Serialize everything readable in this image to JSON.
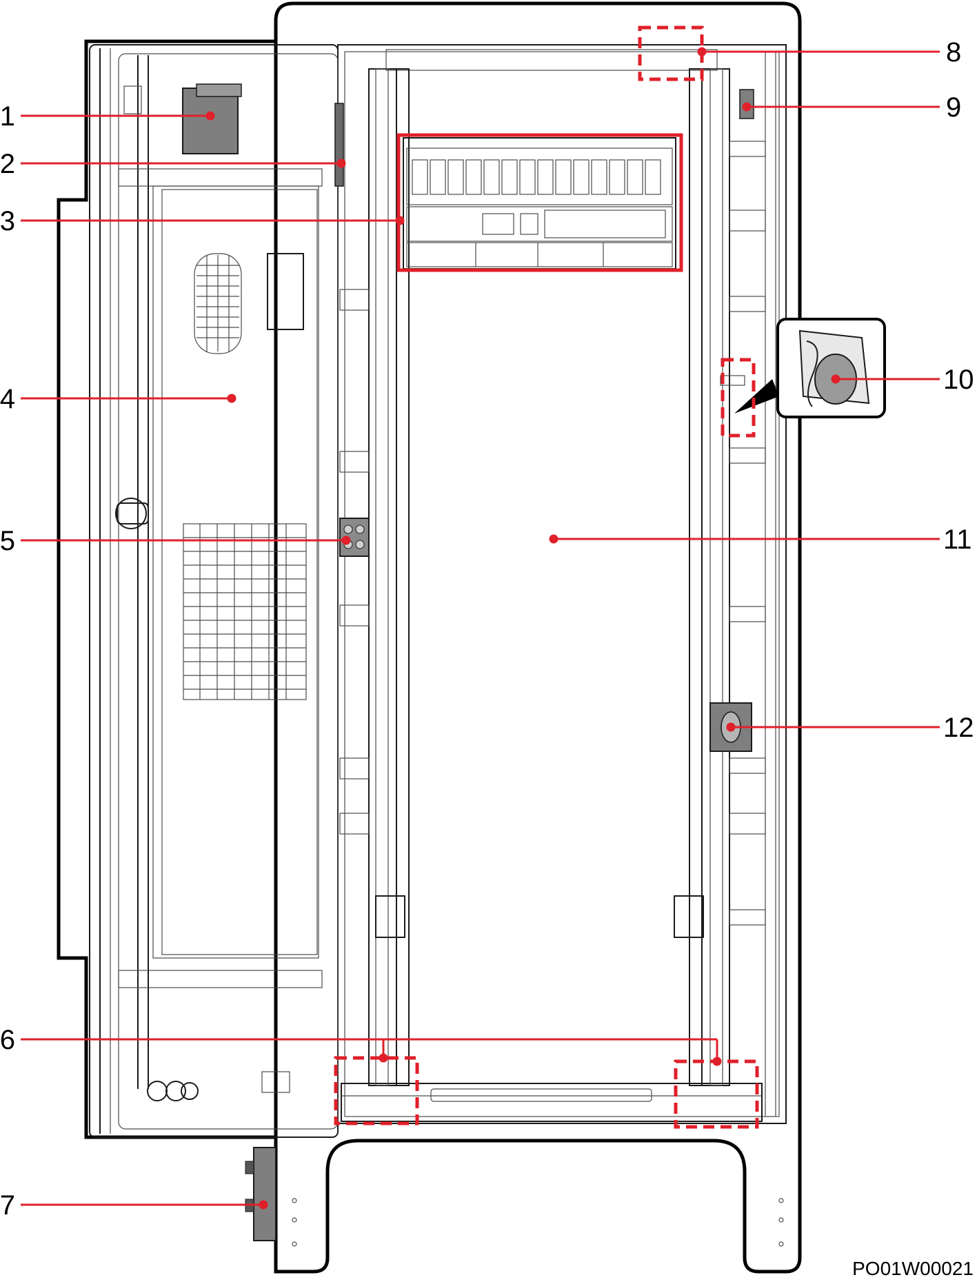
{
  "figure_code": "PO01W00021",
  "callouts": [
    {
      "number": "1"
    },
    {
      "number": "2"
    },
    {
      "number": "3"
    },
    {
      "number": "4"
    },
    {
      "number": "5"
    },
    {
      "number": "6"
    },
    {
      "number": "7"
    },
    {
      "number": "8"
    },
    {
      "number": "9"
    },
    {
      "number": "10"
    },
    {
      "number": "11"
    },
    {
      "number": "12"
    }
  ],
  "colors": {
    "leader": "#e0202a",
    "highlight": "#e0202a",
    "outline": "#1a1a1a",
    "component_fill": "#808080"
  }
}
